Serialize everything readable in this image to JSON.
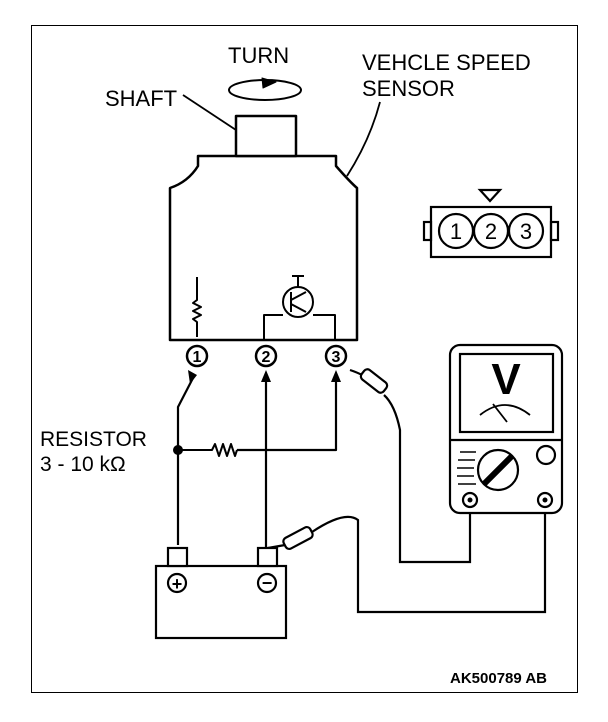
{
  "labels": {
    "turn": "TURN",
    "shaft": "SHAFT",
    "sensor_line1": "VEHCLE SPEED",
    "sensor_line2": "SENSOR",
    "resistor_line1": "RESISTOR",
    "resistor_line2": "3 - 10 kΩ",
    "figure_id": "AK500789 AB"
  },
  "terminals": [
    "1",
    "2",
    "3"
  ],
  "connector_pins": [
    "1",
    "2",
    "3"
  ],
  "battery": {
    "positive": "+",
    "negative": "−"
  },
  "voltmeter": {
    "symbol": "V"
  }
}
